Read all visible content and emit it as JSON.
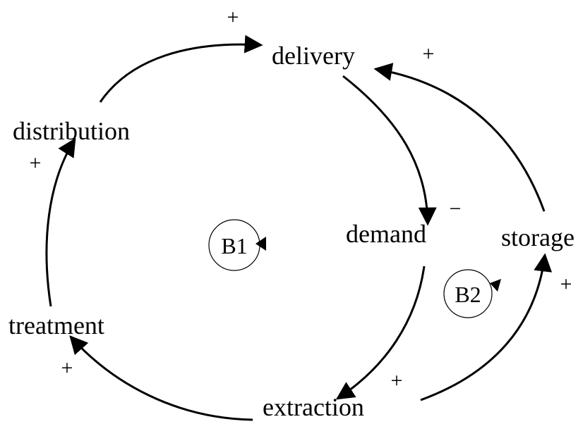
{
  "diagram": {
    "nodes": {
      "delivery": "delivery",
      "distribution": "distribution",
      "treatment": "treatment",
      "extraction": "extraction",
      "demand": "demand",
      "storage": "storage"
    },
    "polarities": {
      "distribution_to_delivery": "+",
      "treatment_to_distribution": "+",
      "extraction_to_treatment": "+",
      "delivery_to_demand": "−",
      "demand_to_extraction": "+",
      "extraction_to_storage": "+",
      "storage_to_delivery": "+"
    },
    "loops": {
      "b1": "B1",
      "b2": "B2"
    },
    "colors": {
      "ink": "#000000",
      "background": "#ffffff"
    }
  }
}
